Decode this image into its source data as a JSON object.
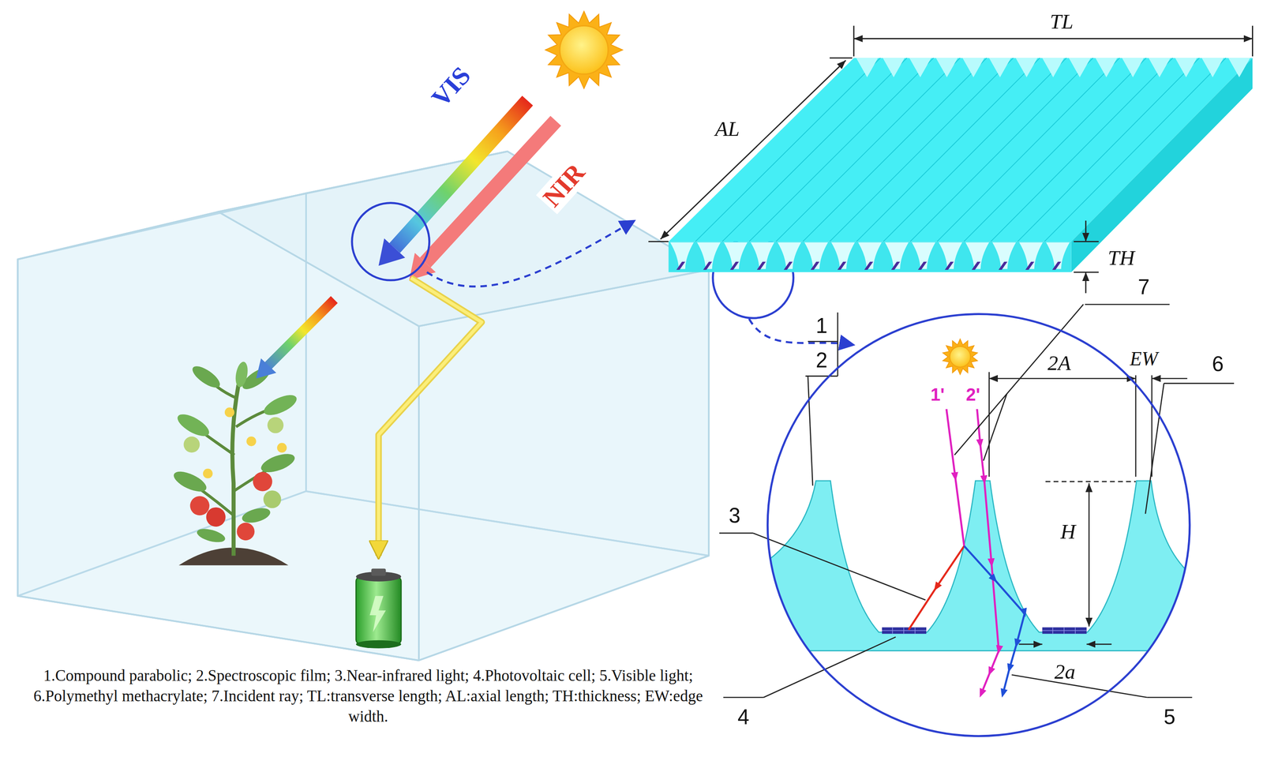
{
  "diagram": {
    "caption": "1.Compound parabolic; 2.Spectroscopic film; 3.Near-infrared light; 4.Photovoltaic cell; 5.Visible light; 6.Polymethyl methacrylate; 7.Incident ray; TL:transverse length; AL:axial length; TH:thickness; EW:edge width.",
    "labels": [
      "VIS",
      "NIR",
      "TL",
      "AL",
      "TH",
      "7",
      "1",
      "2",
      "1'",
      "2'",
      "2A",
      "EW",
      "3",
      "H",
      "6",
      "4",
      "2a",
      "5"
    ]
  }
}
